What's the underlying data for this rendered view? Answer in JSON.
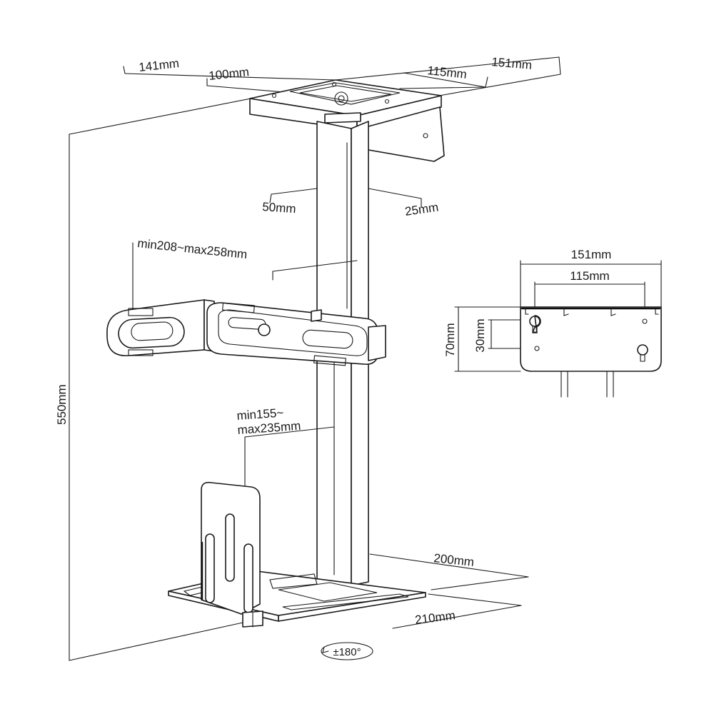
{
  "dimensions": {
    "top_depth": "141mm",
    "top_width": "151mm",
    "top_inner_depth": "100mm",
    "top_inner_width": "115mm",
    "pole_depth": "50mm",
    "pole_width": "25mm",
    "side_bracket_range": "min208~max258mm",
    "bottom_range_line1": "min155~",
    "bottom_range_line2": "max235mm",
    "height": "550mm",
    "base_depth": "200mm",
    "base_width": "210mm",
    "rotation": "±180°"
  },
  "detail": {
    "width_outer": "151mm",
    "width_inner": "115mm",
    "height_outer": "70mm",
    "height_inner": "30mm"
  },
  "colors": {
    "line": "#1a1a1a",
    "background": "#ffffff"
  },
  "icons": [
    "rotation-arrow-icon"
  ]
}
